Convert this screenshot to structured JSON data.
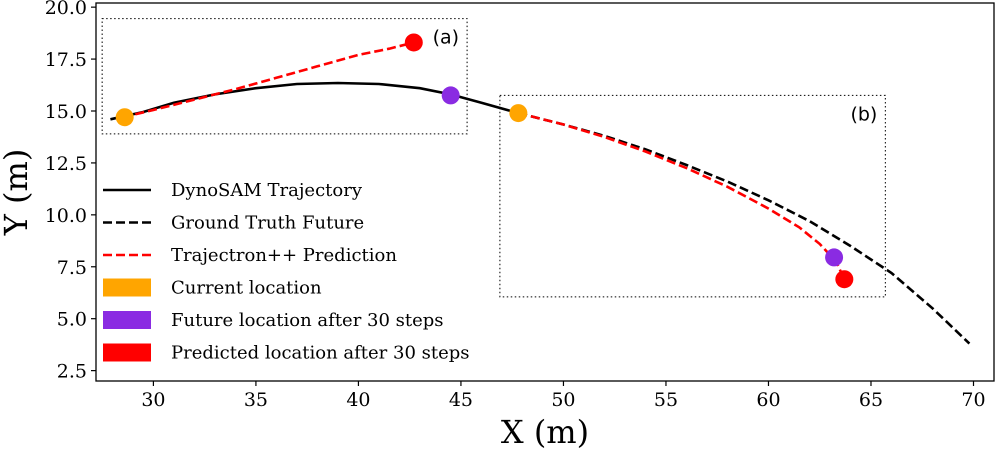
{
  "chart_data": {
    "type": "line",
    "xlabel": "X (m)",
    "ylabel": "Y (m)",
    "xlim": [
      27.2,
      71.0
    ],
    "ylim": [
      2.0,
      20.2
    ],
    "xticks": [
      "30",
      "35",
      "40",
      "45",
      "50",
      "55",
      "60",
      "65",
      "70"
    ],
    "xtick_values": [
      30,
      35,
      40,
      45,
      50,
      55,
      60,
      65,
      70
    ],
    "yticks": [
      "2.5",
      "5.0",
      "7.5",
      "10.0",
      "12.5",
      "15.0",
      "17.5",
      "20.0"
    ],
    "ytick_values": [
      2.5,
      5.0,
      7.5,
      10.0,
      12.5,
      15.0,
      17.5,
      20.0
    ],
    "grid": false,
    "legend_position": "left",
    "series": [
      {
        "name": "DynoSAM Trajectory",
        "style": "solid",
        "color": "#000000",
        "x": [
          27.9,
          29.5,
          31,
          33,
          35,
          37,
          39,
          41,
          43,
          44.5,
          46,
          47.8
        ],
        "y": [
          14.6,
          14.95,
          15.4,
          15.8,
          16.1,
          16.3,
          16.35,
          16.3,
          16.1,
          15.8,
          15.4,
          14.9
        ]
      },
      {
        "name": "Ground Truth Future",
        "style": "dashed",
        "color": "#000000",
        "x": [
          47.8,
          50,
          52,
          54,
          56,
          58,
          60,
          62,
          64,
          66,
          68,
          69.8
        ],
        "y": [
          14.9,
          14.35,
          13.8,
          13.15,
          12.4,
          11.6,
          10.7,
          9.7,
          8.5,
          7.2,
          5.5,
          3.8
        ]
      },
      {
        "name": "Trajectron++ Prediction",
        "style": "dashed",
        "color": "#ff0000",
        "segments": [
          {
            "x": [
              28.5,
              30,
              32,
              34,
              36,
              38,
              40,
              41.5,
              42.7
            ],
            "y": [
              14.7,
              15.05,
              15.55,
              16.05,
              16.6,
              17.15,
              17.7,
              18.0,
              18.3
            ]
          },
          {
            "x": [
              47.8,
              50,
              52,
              54,
              56,
              58,
              60,
              61.5,
              62.5,
              63.3,
              63.7
            ],
            "y": [
              14.9,
              14.35,
              13.75,
              13.05,
              12.25,
              11.35,
              10.3,
              9.4,
              8.6,
              7.75,
              6.9
            ]
          }
        ]
      }
    ],
    "markers": [
      {
        "name": "Current location",
        "color": "#ffa500",
        "points": [
          [
            28.6,
            14.7
          ],
          [
            47.8,
            14.9
          ]
        ]
      },
      {
        "name": "Future location after 30 steps",
        "color": "#8a2be2",
        "points": [
          [
            44.5,
            15.75
          ],
          [
            63.2,
            7.95
          ]
        ]
      },
      {
        "name": "Predicted location after 30 steps",
        "color": "#ff0000",
        "points": [
          [
            42.7,
            18.3
          ],
          [
            63.7,
            6.9
          ]
        ]
      }
    ],
    "regions": [
      {
        "label": "(a)",
        "x0": 27.5,
        "x1": 45.3,
        "y0": 13.9,
        "y1": 19.45
      },
      {
        "label": "(b)",
        "x0": 46.9,
        "x1": 65.7,
        "y0": 6.05,
        "y1": 15.75
      }
    ],
    "legend": [
      {
        "label": "DynoSAM Trajectory",
        "kind": "line",
        "color": "#000000",
        "style": "solid"
      },
      {
        "label": "Ground Truth Future",
        "kind": "line",
        "color": "#000000",
        "style": "dashed"
      },
      {
        "label": "Trajectron++ Prediction",
        "kind": "line",
        "color": "#ff0000",
        "style": "dashed"
      },
      {
        "label": "Current location",
        "kind": "patch",
        "color": "#ffa500"
      },
      {
        "label": "Future location after 30 steps",
        "kind": "patch",
        "color": "#8a2be2"
      },
      {
        "label": "Predicted location after 30 steps",
        "kind": "patch",
        "color": "#ff0000"
      }
    ]
  }
}
